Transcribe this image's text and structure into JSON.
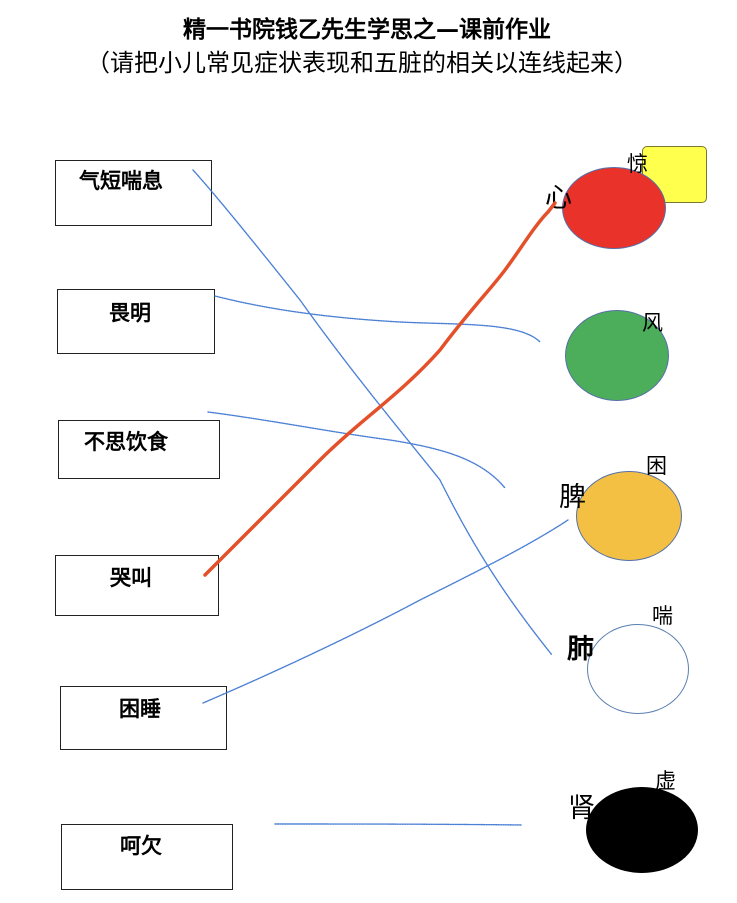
{
  "header": {
    "title": "精一书院钱乙先生学思之—课前作业",
    "instructions": "（请把小儿常见症状表现和五脏的相关以连线起来）"
  },
  "symptoms": [
    {
      "label": "气短喘息"
    },
    {
      "label": "畏明"
    },
    {
      "label": "不思饮食"
    },
    {
      "label": "哭叫"
    },
    {
      "label": "困睡"
    },
    {
      "label": "呵欠"
    }
  ],
  "organs": [
    {
      "label": "心",
      "emotion": "惊",
      "color": "#e8322a"
    },
    {
      "label": "",
      "emotion": "风",
      "color": "#4cae5b"
    },
    {
      "label": "脾",
      "emotion": "困",
      "color": "#f4c043"
    },
    {
      "label": "肺",
      "emotion": "喘",
      "color": "#ffffff"
    },
    {
      "label": "肾",
      "emotion": "虚",
      "color": "#000000"
    }
  ],
  "colors": {
    "handwritten_blue": "#4a7fd4",
    "handwritten_red": "#e4502a",
    "sticky_note": "#ffff4d"
  }
}
